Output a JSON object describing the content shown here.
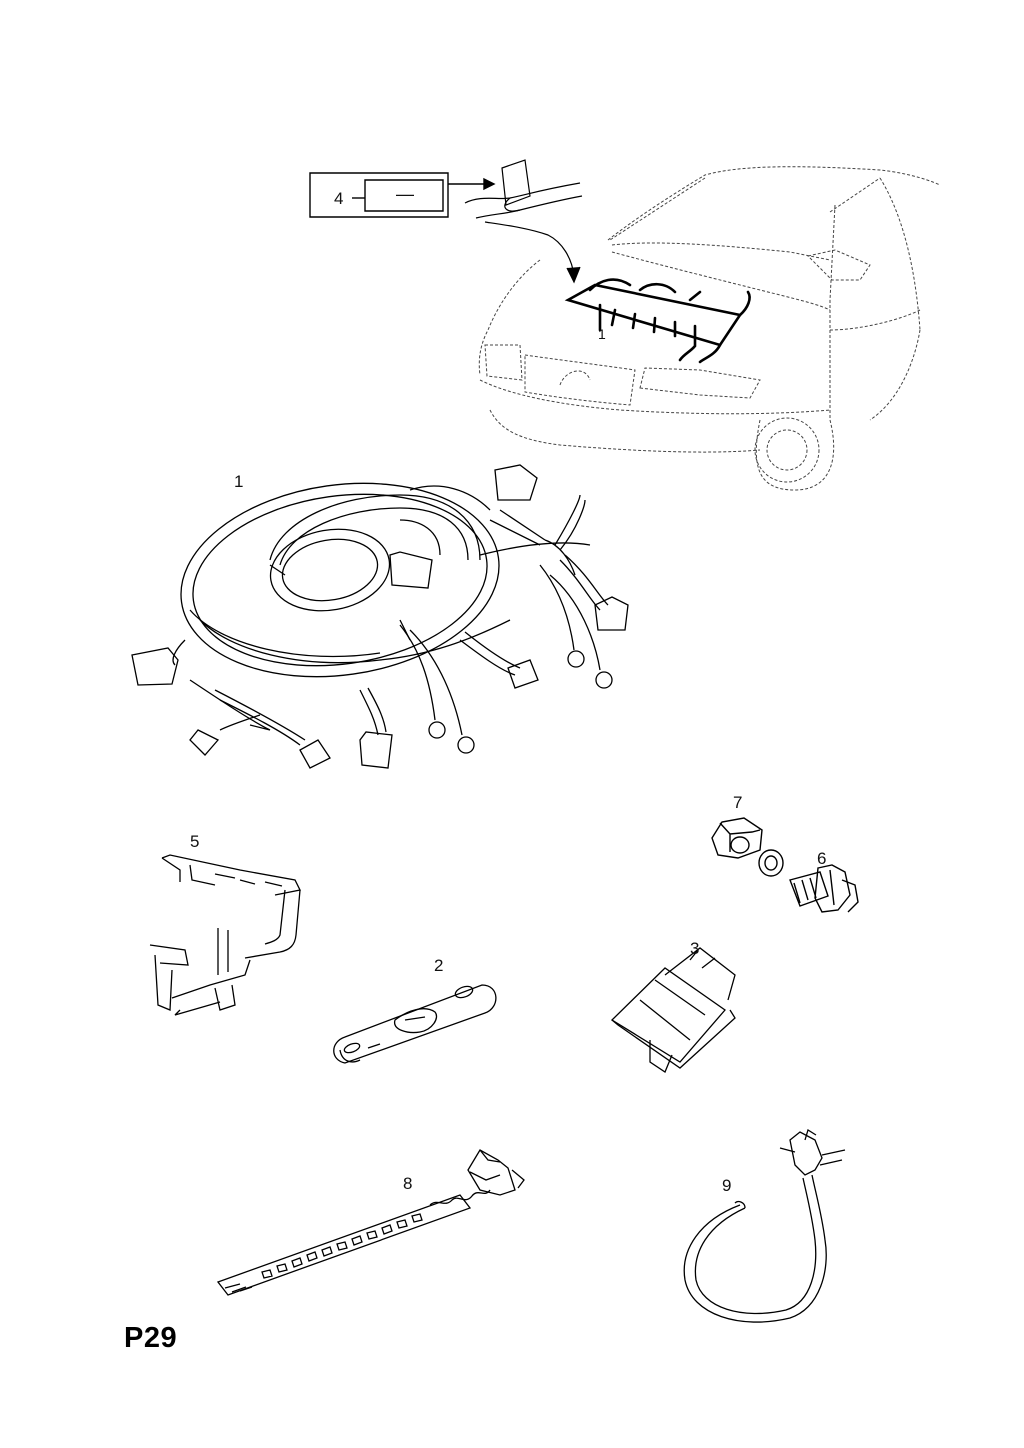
{
  "page": {
    "code": "P29"
  },
  "inset": {
    "label": "4",
    "symbol": "—"
  },
  "callouts": {
    "c1": "1",
    "c2": "2",
    "c3": "3",
    "c5": "5",
    "c6": "6",
    "c7": "7",
    "c8": "8",
    "c9": "9",
    "car_harness": "1"
  },
  "parts": [
    {
      "ref": "1",
      "icon": "wiring-harness-icon"
    },
    {
      "ref": "2",
      "icon": "bracket-plate-icon"
    },
    {
      "ref": "3",
      "icon": "cable-clip-icon"
    },
    {
      "ref": "4",
      "icon": "adhesive-tape-icon"
    },
    {
      "ref": "5",
      "icon": "mounting-bracket-icon"
    },
    {
      "ref": "6",
      "icon": "bolt-icon"
    },
    {
      "ref": "7",
      "icon": "nut-washer-icon"
    },
    {
      "ref": "8",
      "icon": "cable-tie-strap-icon"
    },
    {
      "ref": "9",
      "icon": "cable-tie-loop-icon"
    }
  ]
}
